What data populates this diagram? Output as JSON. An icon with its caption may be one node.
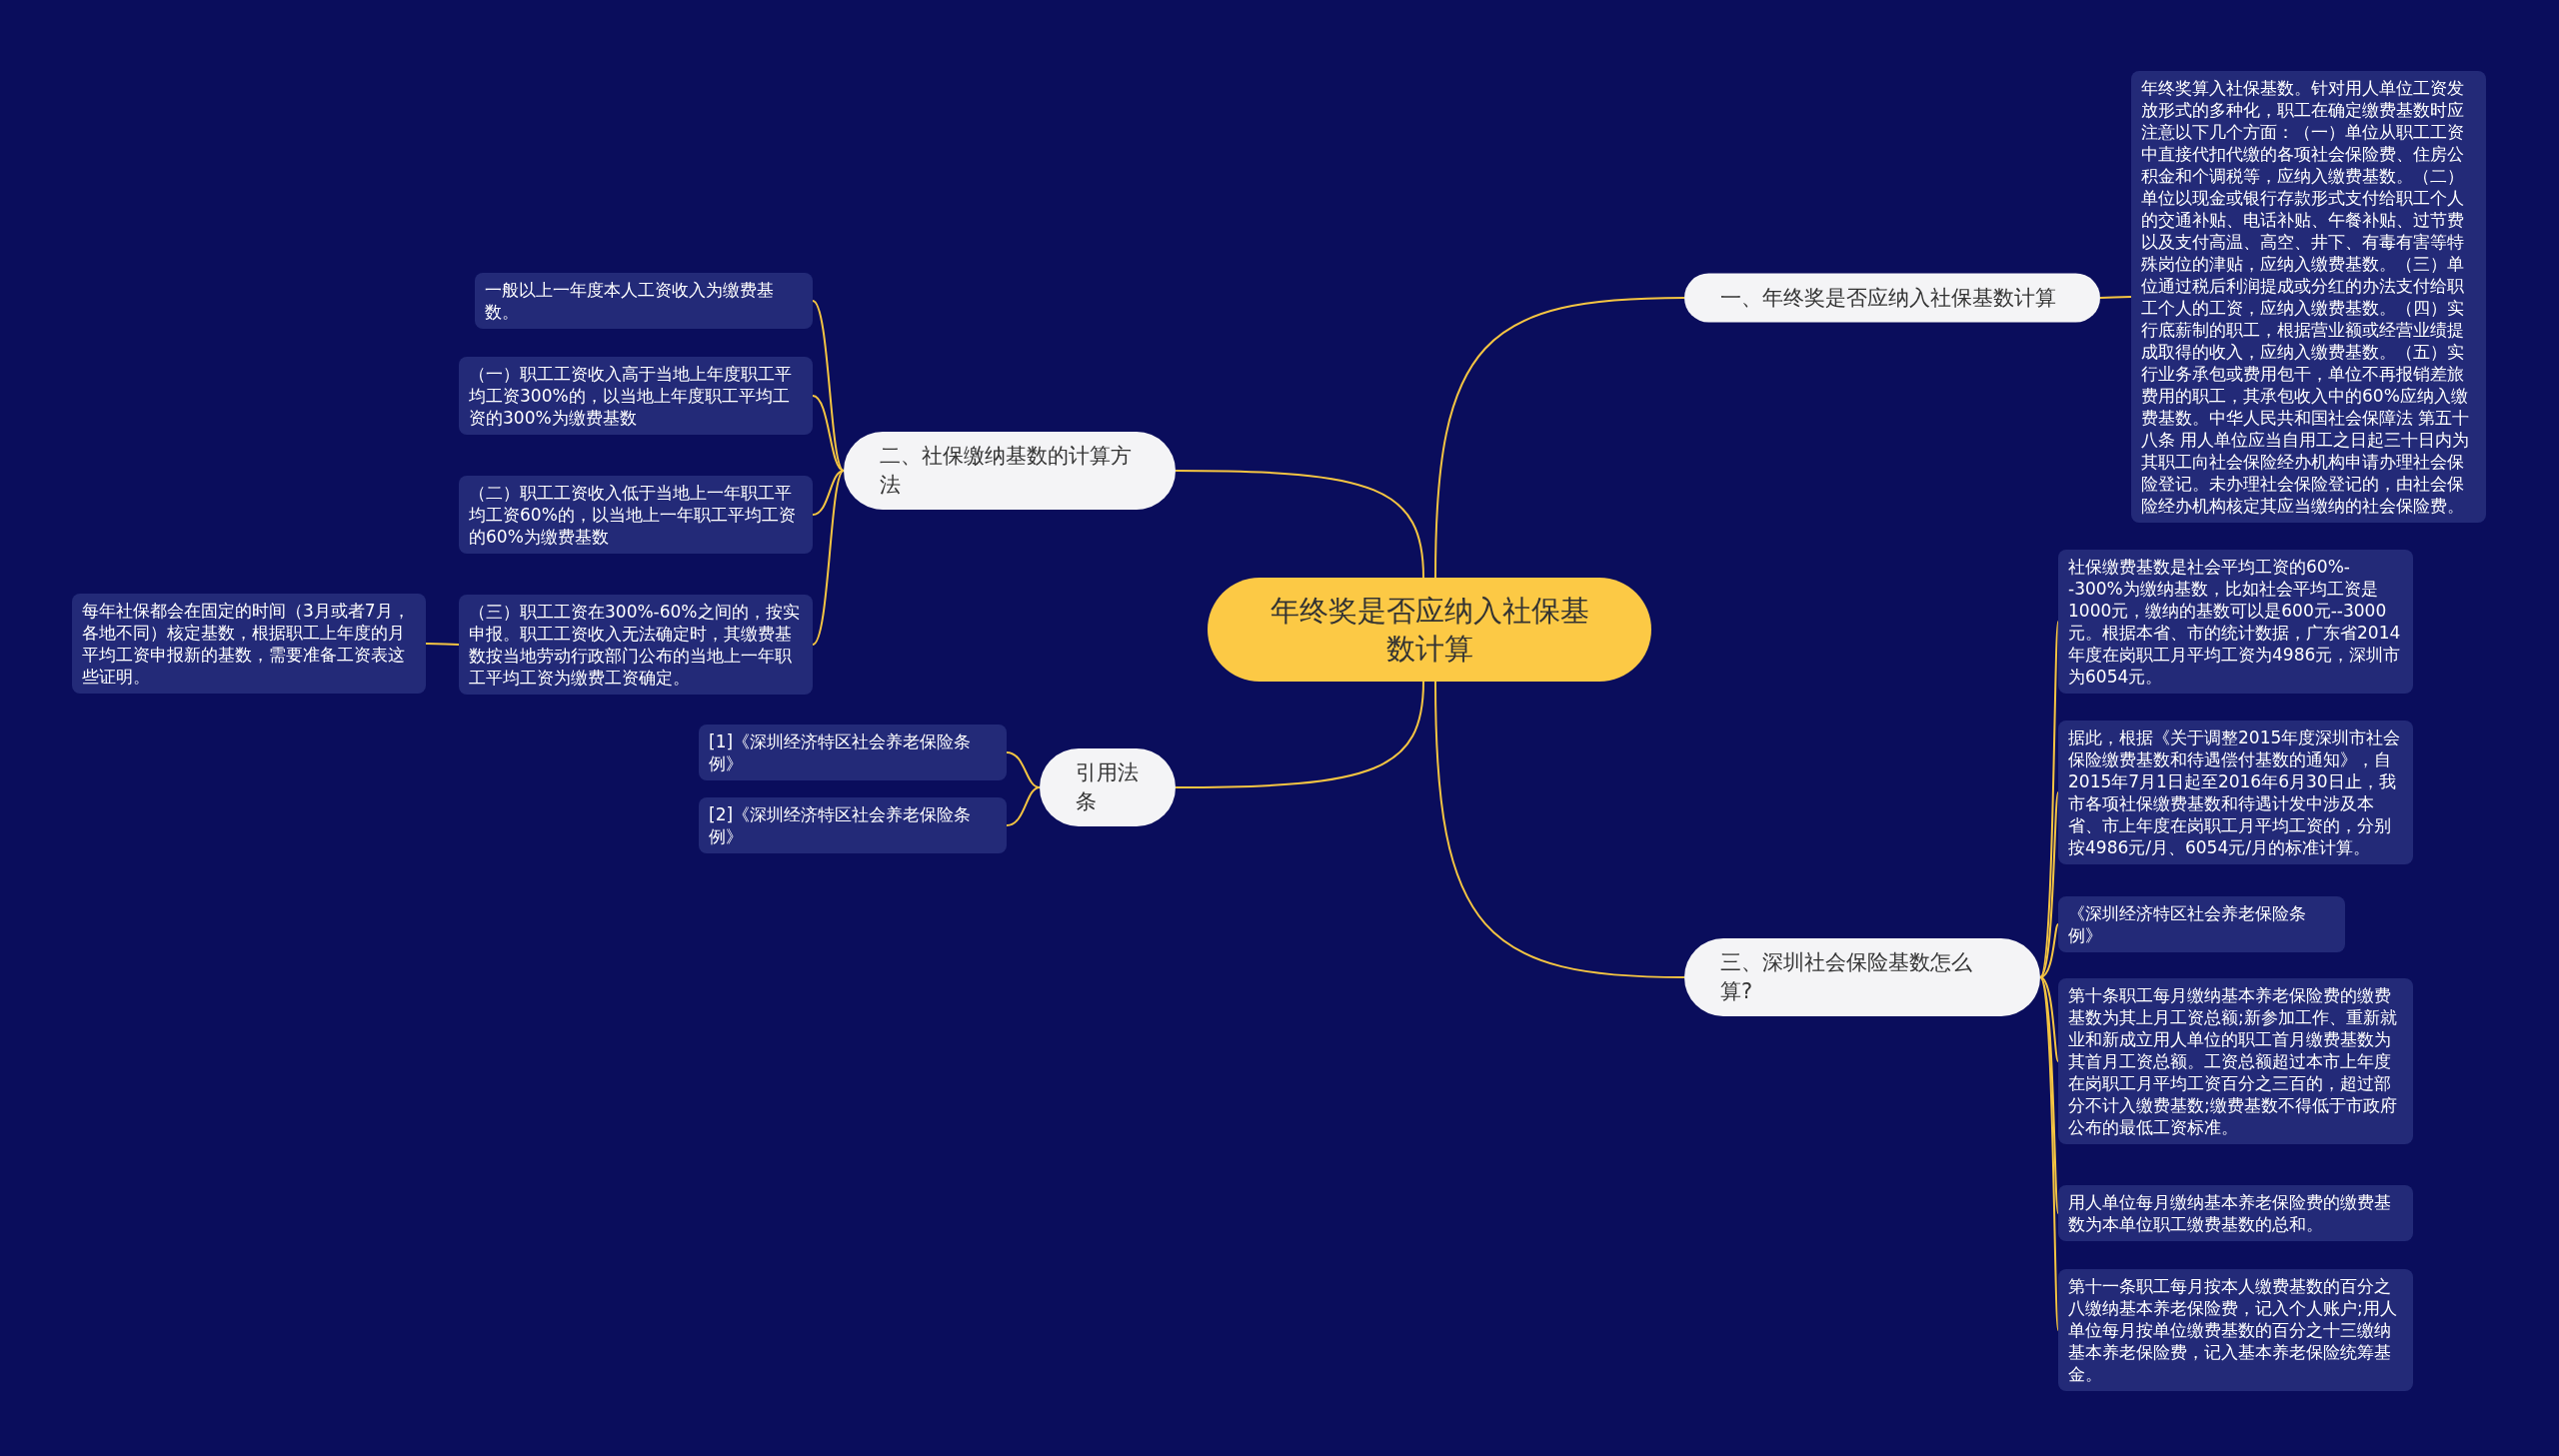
{
  "diagram": {
    "nodes": [
      {
        "text": [
          "年终奖是否应纳入社保基数计算"
        ]
      },
      {
        "text": [
          "一、年终奖是否应纳入社保基数计算"
        ]
      },
      {
        "text": [
          "年终奖算入社保基数。针对用人单位工资发放形式的多种化，职工在确定缴费基数时应注意以下几个方面：（一）单位从职工工资中直接代扣代缴的各项社会保险费、住房公积金和个调税等，应纳入缴费基数。（二）单位以现金或银行存款形式支付给职工个人的交通补贴、电话补贴、午餐补贴、过节费以及支付高温、高空、井下、有毒有害等特殊岗位的津贴，应纳入缴费基数。（三）单位通过税后利润提成或分红的办法支付给职工个人的工资，应纳入缴费基数。（四）实行底薪制的职工，根据营业额或经营业绩提成取得的收入，应纳入缴费基数。（五）实行业务承包或费用包干，单位不再报销差旅费用的职工，其承包收入中的60%应纳入缴费基数。中华人民共和国社会保障法 第五十八条 用人单位应当自用工之日起三十日内为其职工向社会保险经办机构申请办理社会保险登记。未办理社会保险登记的，由社会保险经办机构核定其应当缴纳的社会保险费。"
        ]
      },
      {
        "text": [
          "二、社保缴纳基数的计算方法"
        ]
      },
      {
        "text": [
          "一般以上一年度本人工资收入为缴费基数。"
        ]
      },
      {
        "text": [
          "（一）职工工资收入高于当地上年度职工平均工资300%的，以当地上年度职工平均工资的300%为缴费基数"
        ]
      },
      {
        "text": [
          "（二）职工工资收入低于当地上一年职工平均工资60%的，以当地上一年职工平均工资的60%为缴费基数"
        ]
      },
      {
        "text": [
          "（三）职工工资在300%-60%之间的，按实申报。职工工资收入无法确定时，其缴费基数按当地劳动行政部门公布的当地上一年职工平均工资为缴费工资确定。"
        ]
      },
      {
        "text": [
          "每年社保都会在固定的时间（3月或者7月，各地不同）核定基数，根据职工上年度的月平均工资申报新的基数，需要准备工资表这些证明。"
        ]
      },
      {
        "text": [
          "引用法条"
        ]
      },
      {
        "text": [
          "[1]《深圳经济特区社会养老保险条例》"
        ]
      },
      {
        "text": [
          "[2]《深圳经济特区社会养老保险条例》"
        ]
      },
      {
        "text": [
          "三、深圳社会保险基数怎么算?"
        ]
      },
      {
        "text": [
          "社保缴费基数是社会平均工资的60%--300%为缴纳基数，比如社会平均工资是1000元，缴纳的基数可以是600元--3000元。根据本省、市的统计数据，广东省2014年度在岗职工月平均工资为4986元，深圳市为6054元。"
        ]
      },
      {
        "text": [
          "据此，根据《关于调整2015年度深圳市社会保险缴费基数和待遇偿付基数的通知》，自2015年7月1日起至2016年6月30日止，我市各项社保缴费基数和待遇计发中涉及本省、市上年度在岗职工月平均工资的，分别按4986元/月、6054元/月的标准计算。"
        ]
      },
      {
        "text": [
          "《深圳经济特区社会养老保险条例》"
        ]
      },
      {
        "text": [
          "第十条职工每月缴纳基本养老保险费的缴费基数为其上月工资总额;新参加工作、重新就业和新成立用人单位的职工首月缴费基数为其首月工资总额。工资总额超过本市上年度在岗职工月平均工资百分之三百的，超过部分不计入缴费基数;缴费基数不得低于市政府公布的最低工资标准。"
        ]
      },
      {
        "text": [
          "用人单位每月缴纳基本养老保险费的缴费基数为本单位职工缴费基数的总和。"
        ]
      },
      {
        "text": [
          "第十一条职工每月按本人缴费基数的百分之八缴纳基本养老保险费，记入个人账户;用人单位每月按单位缴费基数的百分之十三缴纳基本养老保险费，记入基本养老保险统筹基金。"
        ]
      }
    ],
    "edges": [
      {
        "from": 0,
        "to": 1,
        "arrow": "none"
      },
      {
        "from": 1,
        "to": 2,
        "arrow": "none"
      },
      {
        "from": 0,
        "to": 3,
        "arrow": "none"
      },
      {
        "from": 3,
        "to": 4,
        "arrow": "none"
      },
      {
        "from": 3,
        "to": 5,
        "arrow": "none"
      },
      {
        "from": 3,
        "to": 6,
        "arrow": "none"
      },
      {
        "from": 3,
        "to": 7,
        "arrow": "none"
      },
      {
        "from": 7,
        "to": 8,
        "arrow": "none"
      },
      {
        "from": 0,
        "to": 9,
        "arrow": "none"
      },
      {
        "from": 9,
        "to": 10,
        "arrow": "none"
      },
      {
        "from": 9,
        "to": 11,
        "arrow": "none"
      },
      {
        "from": 0,
        "to": 12,
        "arrow": "none"
      },
      {
        "from": 12,
        "to": 13,
        "arrow": "none"
      },
      {
        "from": 12,
        "to": 14,
        "arrow": "none"
      },
      {
        "from": 12,
        "to": 15,
        "arrow": "none"
      },
      {
        "from": 12,
        "to": 16,
        "arrow": "none"
      },
      {
        "from": 12,
        "to": 17,
        "arrow": "none"
      },
      {
        "from": 12,
        "to": 18,
        "arrow": "none"
      }
    ]
  }
}
